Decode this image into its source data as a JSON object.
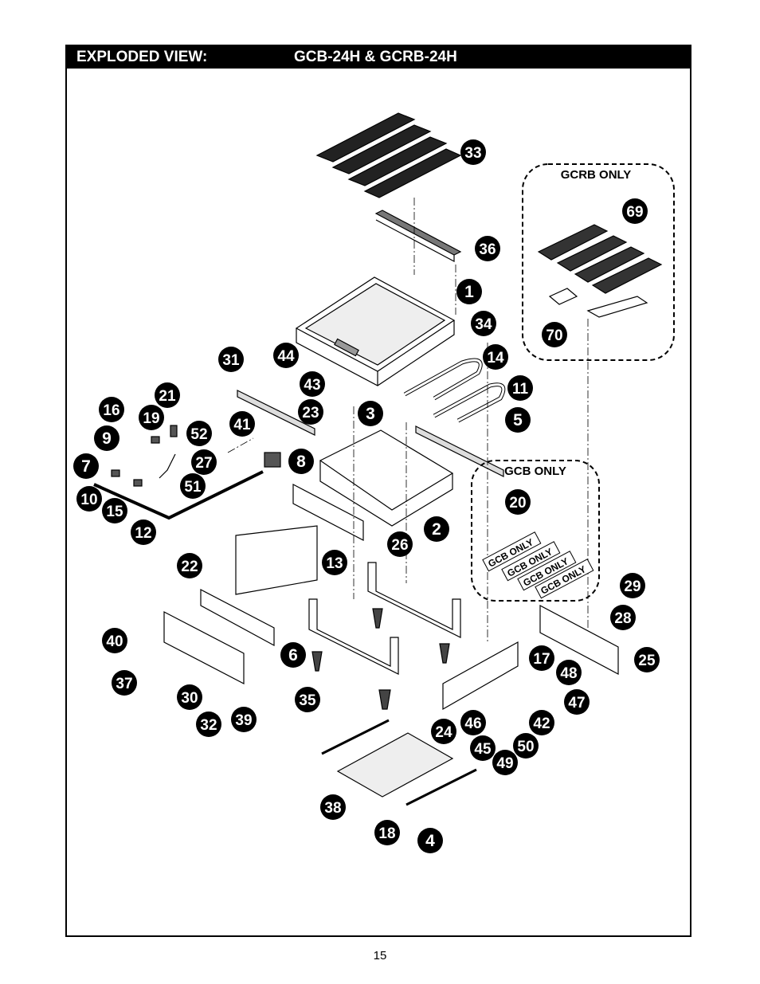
{
  "header": {
    "title": "EXPLODED VIEW:",
    "models": "GCB-24H & GCRB-24H"
  },
  "regions": {
    "gcrb": "GCRB ONLY",
    "gcb": "GCB ONLY"
  },
  "gcb_strip_label": "GCB ONLY",
  "callouts": [
    "1",
    "2",
    "3",
    "4",
    "5",
    "6",
    "7",
    "8",
    "9",
    "10",
    "11",
    "12",
    "13",
    "14",
    "15",
    "16",
    "17",
    "18",
    "19",
    "20",
    "21",
    "22",
    "23",
    "24",
    "25",
    "26",
    "27",
    "28",
    "29",
    "30",
    "31",
    "32",
    "33",
    "34",
    "35",
    "36",
    "37",
    "38",
    "39",
    "40",
    "41",
    "42",
    "43",
    "44",
    "45",
    "46",
    "47",
    "48",
    "49",
    "50",
    "51",
    "52",
    "69",
    "70"
  ],
  "page_number": "15"
}
